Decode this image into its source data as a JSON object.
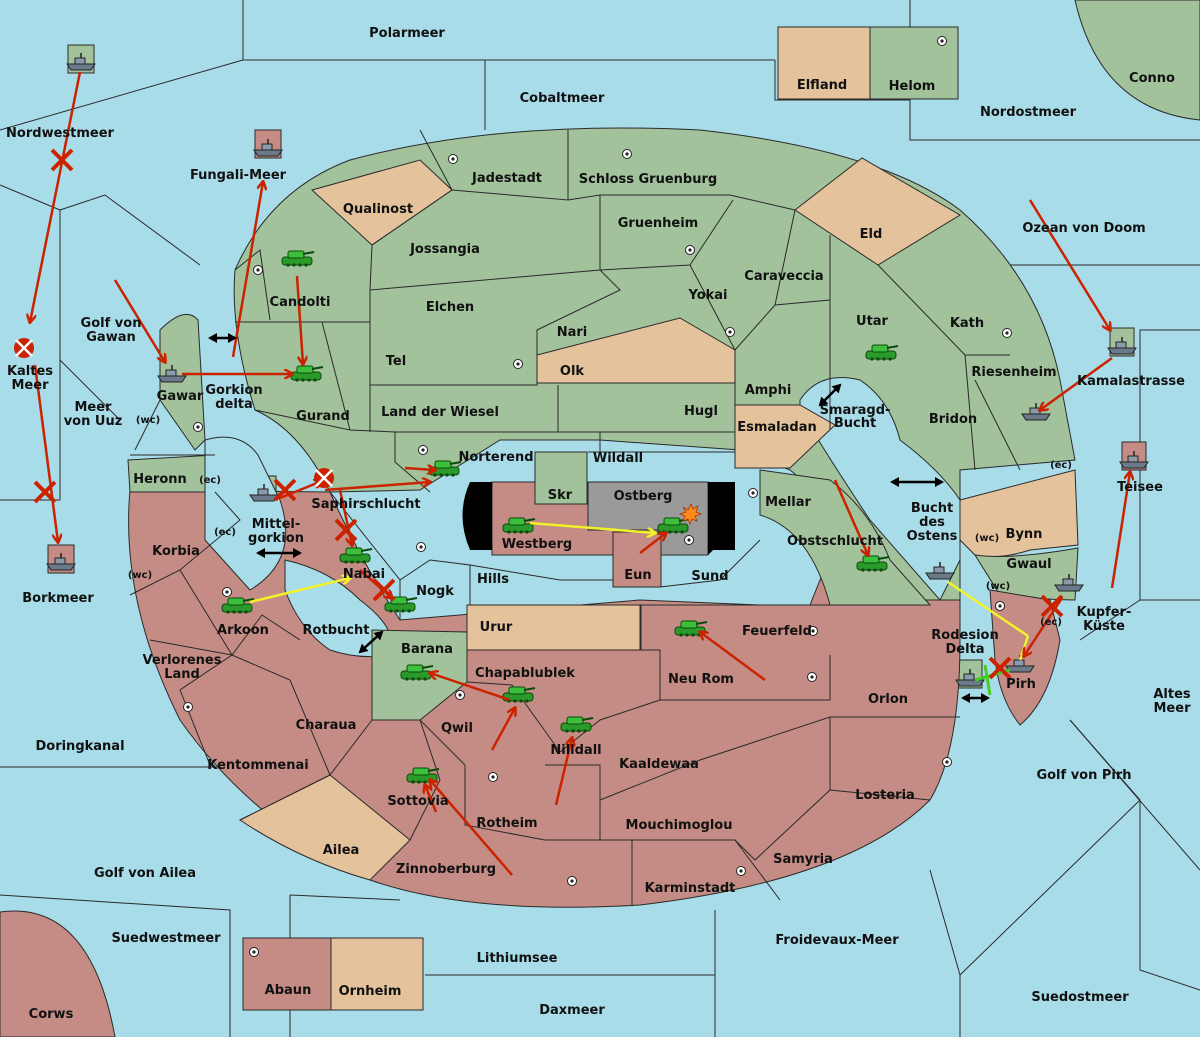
{
  "colors": {
    "sea": "#a8dce8",
    "green": "#a2c29c",
    "red": "#c48c84",
    "tan": "#e3c29c",
    "neutral": "#9a9a9a",
    "border": "#2a2a2a",
    "order_arrow": "#cc2200",
    "support_arrow": "#f2f22a",
    "convoy_arrow": "#44cc22"
  },
  "regions": {
    "polarmeer": "Polarmeer",
    "cobaltmeer": "Cobaltmeer",
    "elfland": "Elfland",
    "helom": "Helom",
    "conno": "Conno",
    "nordostmeer": "Nordostmeer",
    "nordwestmeer": "Nordwestmeer",
    "fungali_meer": "Fungali-Meer",
    "jadestadt": "Jadestadt",
    "schloss_gruenburg": "Schloss Gruenburg",
    "qualinost": "Qualinost",
    "gruenheim": "Gruenheim",
    "eld": "Eld",
    "ozean_von_doom": "Ozean von Doom",
    "jossangia": "Jossangia",
    "caraveccia": "Caraveccia",
    "candolti": "Candolti",
    "elchen": "Elchen",
    "yokai": "Yokai",
    "nari": "Nari",
    "utar": "Utar",
    "kath": "Kath",
    "golf_von_gawan": "Golf von\nGawan",
    "kaltes_meer": "Kaltes\nMeer",
    "tel": "Tel",
    "olk": "Olk",
    "kamalastrasse": "Kamalastrasse",
    "riesenheim": "Riesenheim",
    "gawar": "Gawar",
    "gorkion_delta": "Gorkion\ndelta",
    "amphi": "Amphi",
    "meer_von_uuz": "Meer\nvon Uuz",
    "gurand": "Gurand",
    "land_der_wiesel": "Land der Wiesel",
    "hugl": "Hugl",
    "smaragd_bucht": "Smaragd-\nBucht",
    "bridon": "Bridon",
    "wc": "(wc)",
    "esmaladan": "Esmaladan",
    "norterend": "Norterend",
    "wildall": "Wildall",
    "heronn": "Heronn",
    "ec": "(ec)",
    "teisee": "Teisee",
    "skr": "Skr",
    "ostberg": "Ostberg",
    "mellar": "Mellar",
    "saphirschlucht": "Saphirschlucht",
    "mittel_gorkion": "Mittel-\ngorkion",
    "bucht_des_ostens": "Bucht\ndes\nOstens",
    "bynn": "Bynn",
    "korbia": "Korbia",
    "westberg": "Westberg",
    "obstschlucht": "Obstschlucht",
    "gwaul": "Gwaul",
    "nabai": "Nabai",
    "hills": "Hills",
    "eun": "Eun",
    "sund": "Sund",
    "nogk": "Nogk",
    "kupfer_kueste": "Kupfer-\nKüste",
    "arkoon": "Arkoon",
    "urur": "Urur",
    "rotbucht": "Rotbucht",
    "feuerfeld": "Feuerfeld",
    "rodesion_delta": "Rodesion\nDelta",
    "barana": "Barana",
    "verlorenes_land": "Verlorenes\nLand",
    "chapablublek": "Chapablublek",
    "neu_rom": "Neu Rom",
    "pirh": "Pirh",
    "altes_meer": "Altes\nMeer",
    "orlon": "Orlon",
    "charaua": "Charaua",
    "qwil": "Qwil",
    "doringkanal": "Doringkanal",
    "nilldall": "Nilldall",
    "kentommenai": "Kentommenai",
    "kaaldewaa": "Kaaldewaa",
    "golf_von_pirh": "Golf von Pirh",
    "losteria": "Losteria",
    "sottovia": "Sottovia",
    "rotheim": "Rotheim",
    "mouchimoglou": "Mouchimoglou",
    "ailea": "Ailea",
    "samyria": "Samyria",
    "golf_von_ailea": "Golf von Ailea",
    "zinnoberburg": "Zinnoberburg",
    "karminstadt": "Karminstadt",
    "suedwestmeer": "Suedwestmeer",
    "lithiumsee": "Lithiumsee",
    "froidevaux_meer": "Froidevaux-Meer",
    "abaun": "Abaun",
    "ornheim": "Ornheim",
    "suedostmeer": "Suedostmeer",
    "corws": "Corws",
    "daxmeer": "Daxmeer",
    "borkmeer": "Borkmeer"
  }
}
